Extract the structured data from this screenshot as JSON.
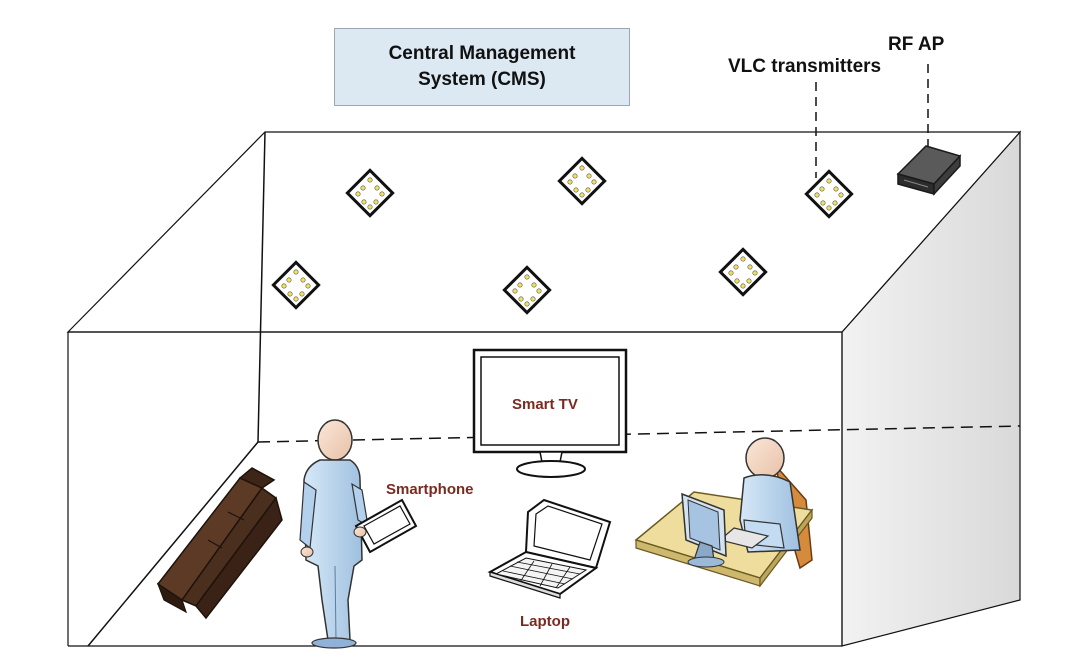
{
  "cms": {
    "line1": "Central Management",
    "line2": "System (CMS)"
  },
  "labels": {
    "vlc_transmitters": "VLC transmitters",
    "rf_ap": "RF AP",
    "smart_tv": "Smart TV",
    "smartphone": "Smartphone",
    "laptop": "Laptop"
  },
  "colors": {
    "cms_fill": "#dce9f2",
    "device_label": "#7b2a22",
    "person": "#b9d4ec",
    "sofa": "#4a2e1e",
    "desk": "#eedd9c",
    "wall_shade": "#e4e4e4"
  }
}
